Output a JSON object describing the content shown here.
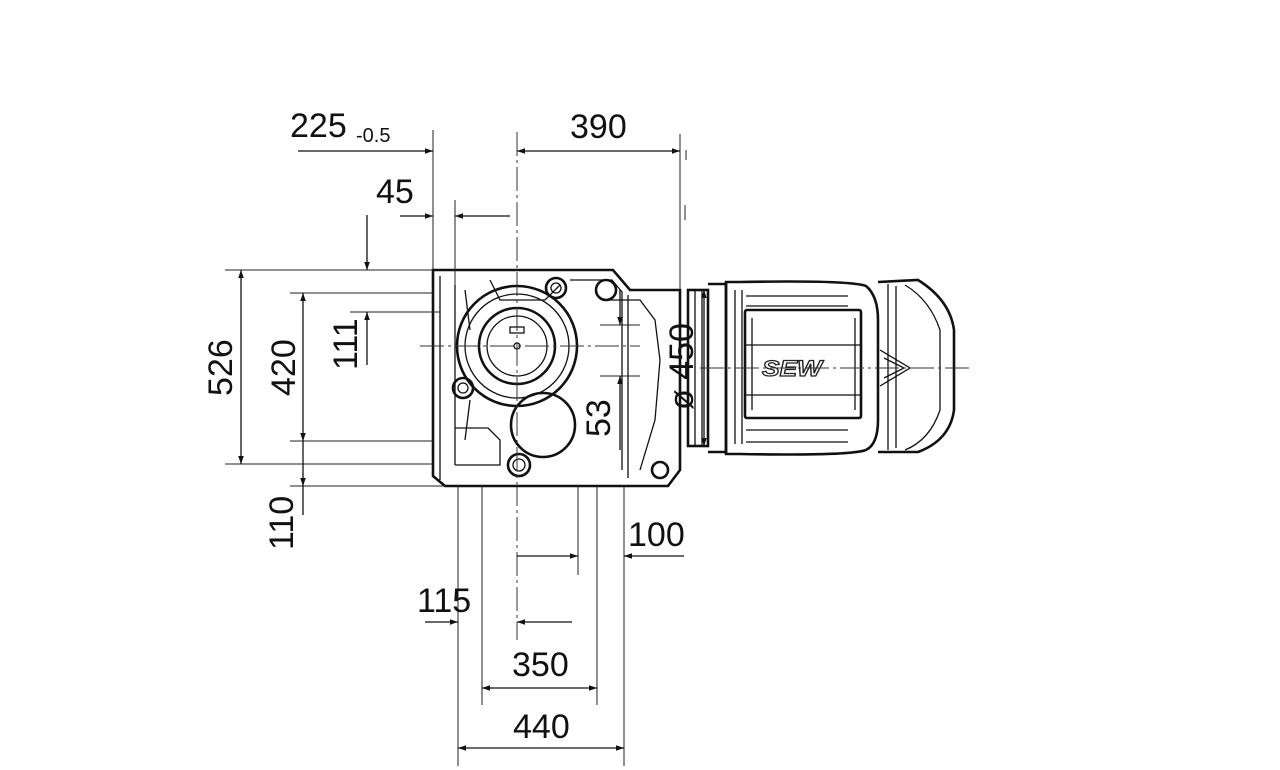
{
  "brand": "SEW",
  "dimensions": {
    "d225": "225",
    "d225_tol": "-0.5",
    "d390": "390",
    "d45": "45",
    "d526": "526",
    "d420": "420",
    "d111": "111",
    "d450": "ø 450",
    "d53": "53",
    "d110": "110",
    "d100": "100",
    "d115": "115",
    "d350": "350",
    "d440": "440"
  }
}
